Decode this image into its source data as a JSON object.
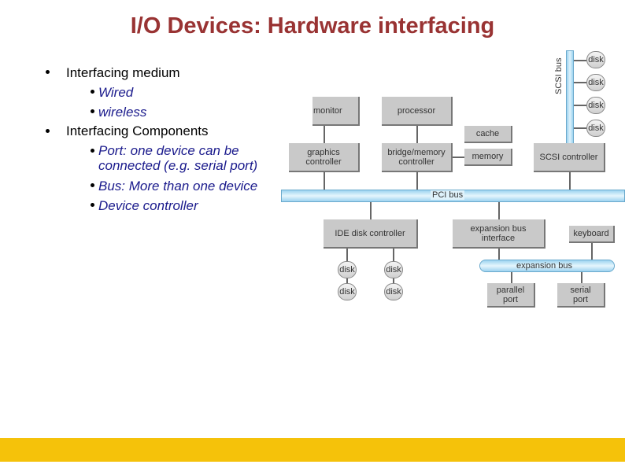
{
  "slide": {
    "title": "I/O Devices: Hardware interfacing",
    "bullets": [
      {
        "text": "Interfacing medium",
        "sub": [
          "Wired",
          "wireless"
        ]
      },
      {
        "text": "Interfacing Components",
        "sub": [
          "Port: one device can be",
          "connected (e.g. serial port)",
          "Bus: More than one device",
          "Device controller"
        ]
      }
    ]
  },
  "diagram": {
    "monitor": "monitor",
    "processor": "processor",
    "cache": "cache",
    "graphics_controller": "graphics controller",
    "bridge_memory_controller": "bridge/memory controller",
    "memory": "memory",
    "scsi_controller": "SCSI controller",
    "scsi_bus": "SCSI bus",
    "pci_bus": "PCI bus",
    "ide_disk_controller": "IDE disk controller",
    "expansion_bus_interface": "expansion bus interface",
    "keyboard": "keyboard",
    "expansion_bus": "expansion bus",
    "parallel_port": "parallel port",
    "serial_port": "serial port",
    "disk": "disk"
  }
}
